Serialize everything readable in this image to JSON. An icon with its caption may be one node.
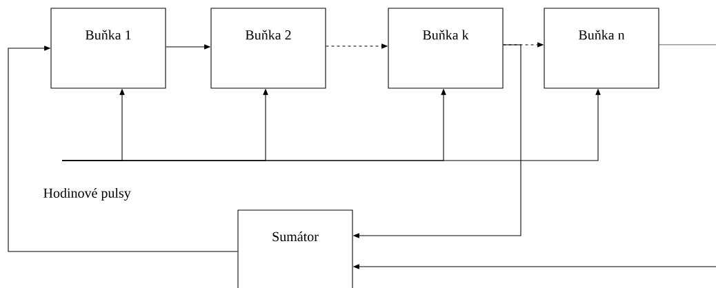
{
  "diagram": {
    "nodes": [
      {
        "text": [
          "Buňka 1"
        ]
      },
      {
        "text": [
          "Buňka 2"
        ]
      },
      {
        "text": [
          "Buňka k"
        ]
      },
      {
        "text": [
          "Buňka n"
        ]
      },
      {
        "text": [
          "Sumátor"
        ]
      }
    ],
    "edges": [
      {
        "from": 0,
        "to": 1,
        "arrow": "to"
      },
      {
        "from": 1,
        "to": 2,
        "arrow": "to",
        "style": "dashed"
      },
      {
        "from": 2,
        "to": 3,
        "arrow": "to",
        "style": "dashed"
      },
      {
        "from": 2,
        "to": 4,
        "arrow": "to"
      },
      {
        "from": 3,
        "to": null,
        "arrow": "none"
      },
      {
        "from": null,
        "to": 4,
        "arrow": "to"
      },
      {
        "from": 4,
        "to": 0,
        "arrow": "to"
      },
      {
        "from": null,
        "to": 0,
        "arrow": "to"
      },
      {
        "from": null,
        "to": 1,
        "arrow": "to"
      },
      {
        "from": null,
        "to": 2,
        "arrow": "to"
      },
      {
        "from": null,
        "to": 3,
        "arrow": "to"
      }
    ],
    "labels": [
      "Hodinové pulsy"
    ]
  }
}
